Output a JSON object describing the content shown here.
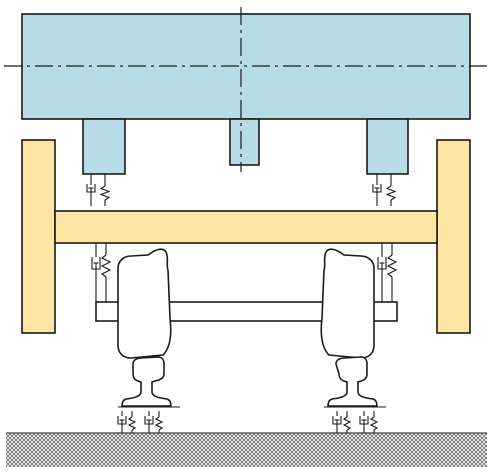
{
  "colors": {
    "car_body": "#b8dce6",
    "bogie_frame": "#fde5a3",
    "wheelset": "#ffffff",
    "ground_hatch": "#6e6e6e",
    "outline": "#1a1a1a"
  },
  "components": [
    "car-body",
    "secondary-suspension",
    "bogie-frame",
    "side-frames",
    "primary-suspension",
    "axle",
    "wheels",
    "rails",
    "rail-pads",
    "ground"
  ]
}
